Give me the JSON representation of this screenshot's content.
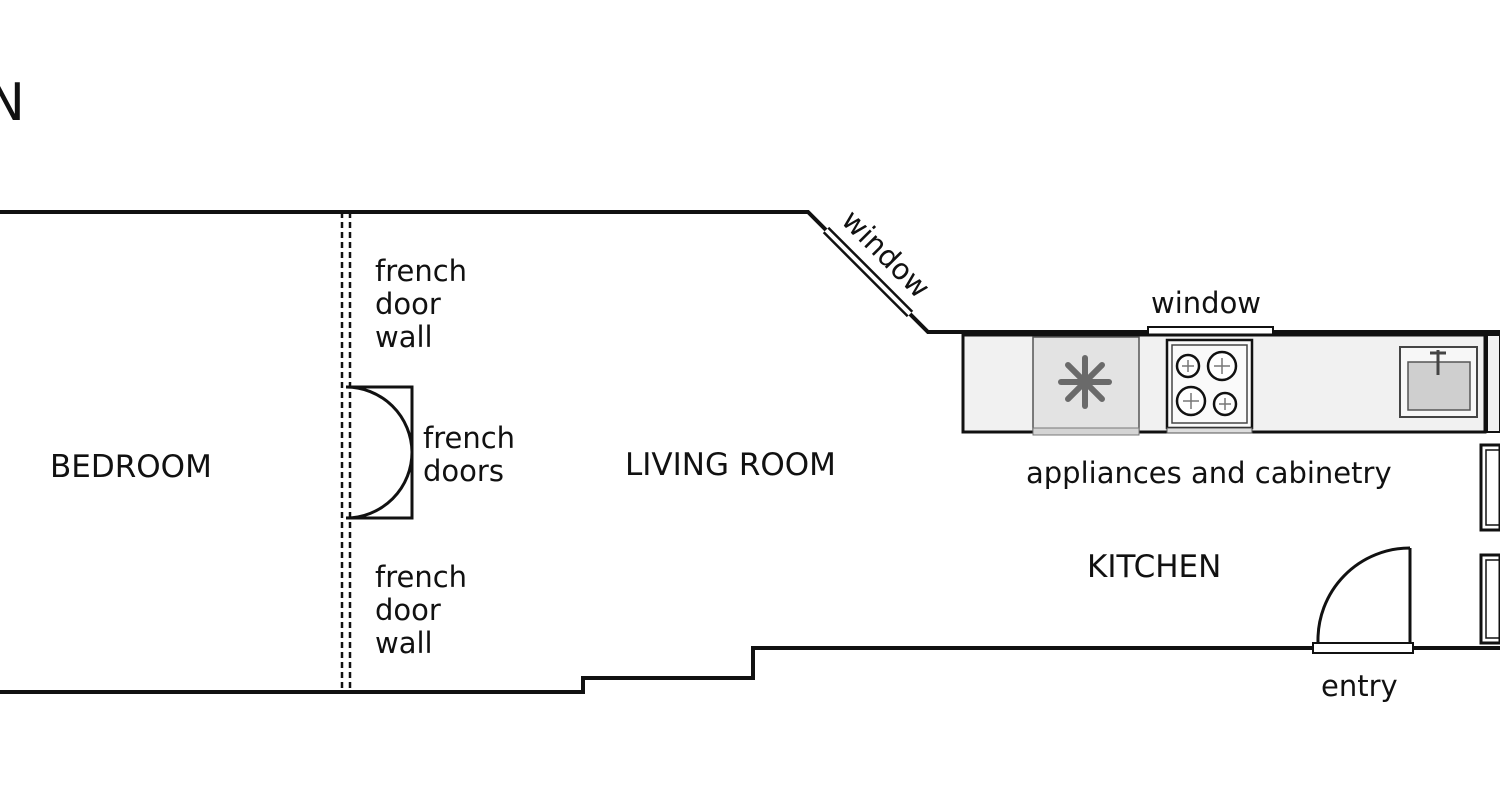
{
  "plan": {
    "heading_fragment": "N",
    "rooms": {
      "bedroom": "BEDROOM",
      "living_room": "LIVING ROOM",
      "kitchen": "KITCHEN"
    },
    "labels": {
      "french_door_wall_top": [
        "french",
        "door",
        "wall"
      ],
      "french_doors": [
        "french",
        "doors"
      ],
      "french_door_wall_bottom": [
        "french",
        "door",
        "wall"
      ],
      "window_angled": "window",
      "window_kitchen": "window",
      "appliances": "appliances and cabinetry",
      "entry": "entry"
    },
    "icons": [
      "fan-icon",
      "stove-icon",
      "sink-icon"
    ]
  }
}
